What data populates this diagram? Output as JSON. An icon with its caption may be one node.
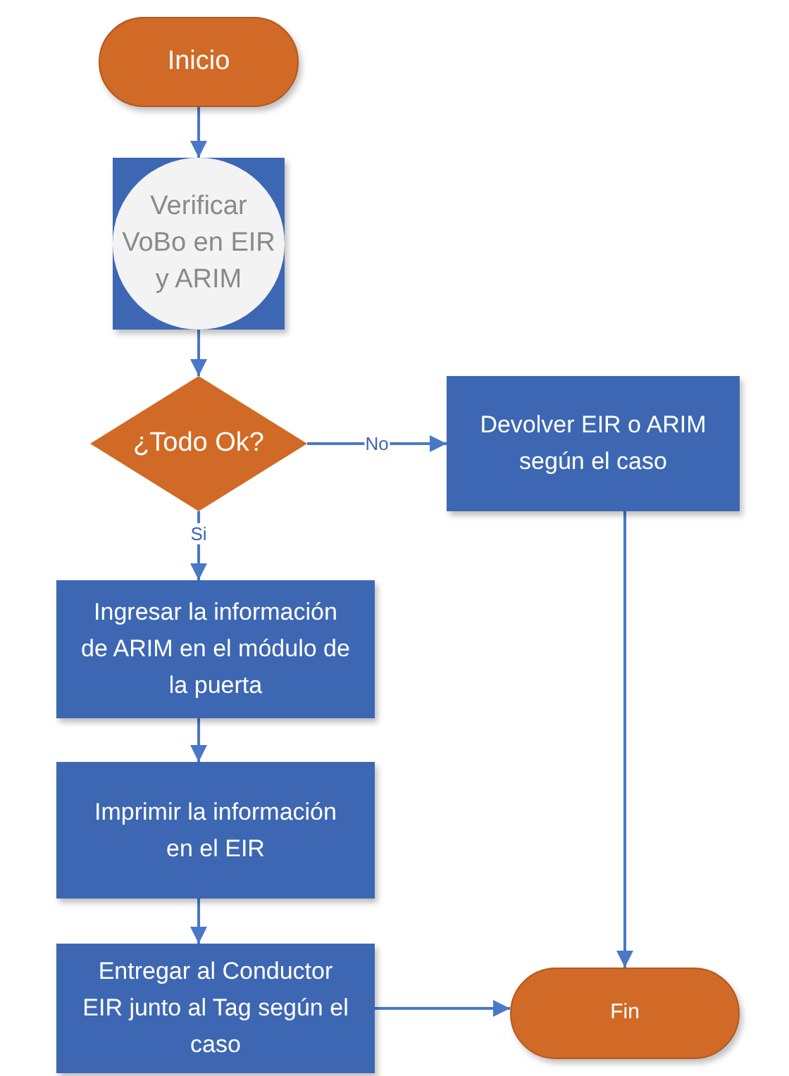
{
  "diagram": {
    "nodes": [
      {
        "text": [
          "Inicio"
        ]
      },
      {
        "text": [
          "Verificar VoBo en EIR y ARIM"
        ]
      },
      {
        "text": [
          "¿Todo Ok?"
        ]
      },
      {
        "text": [
          "Devolver EIR o ARIM según el caso"
        ]
      },
      {
        "text": [
          "Ingresar la información de ARIM en el módulo de la puerta"
        ]
      },
      {
        "text": [
          "Imprimir la información en el EIR"
        ]
      },
      {
        "text": [
          "Entregar al Conductor EIR junto al Tag según el caso"
        ]
      },
      {
        "text": [
          "Fin"
        ]
      }
    ],
    "edges": [
      {
        "from": 0,
        "to": 1,
        "arrow": "to"
      },
      {
        "from": 1,
        "to": 2,
        "arrow": "to"
      },
      {
        "from": 2,
        "to": 3,
        "arrow": "to",
        "label": "No"
      },
      {
        "from": 2,
        "to": 4,
        "arrow": "to",
        "label": "Si"
      },
      {
        "from": 4,
        "to": 5,
        "arrow": "to"
      },
      {
        "from": 5,
        "to": 6,
        "arrow": "to"
      },
      {
        "from": 6,
        "to": 7,
        "arrow": "to"
      },
      {
        "from": 3,
        "to": 7,
        "arrow": "to"
      }
    ]
  }
}
